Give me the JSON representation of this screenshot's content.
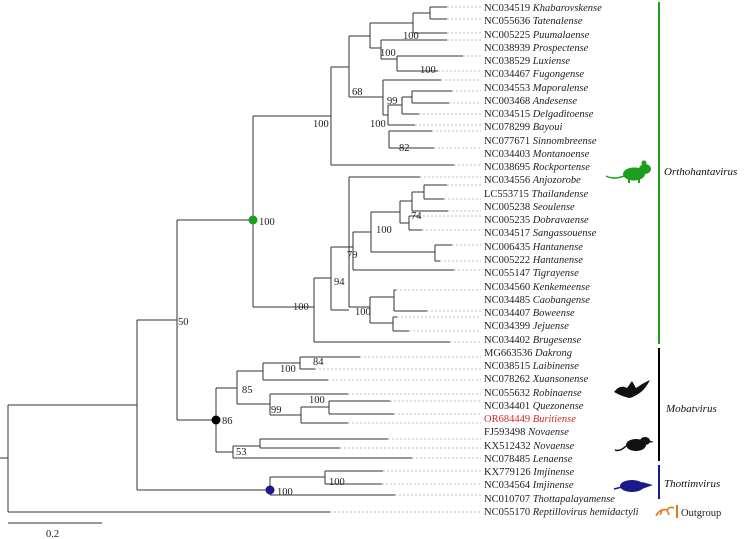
{
  "tips": [
    {
      "acc": "NC034519",
      "name": "Khabarovskense",
      "color": "#222222"
    },
    {
      "acc": "NC055636",
      "name": "Tatenalense",
      "color": "#222222"
    },
    {
      "acc": "NC005225",
      "name": "Puumalaense",
      "color": "#222222"
    },
    {
      "acc": "NC038939",
      "name": "Prospectense",
      "color": "#222222"
    },
    {
      "acc": "NC038529",
      "name": "Luxiense",
      "color": "#222222"
    },
    {
      "acc": "NC034467",
      "name": "Fugongense",
      "color": "#222222"
    },
    {
      "acc": "NC034553",
      "name": "Maporalense",
      "color": "#222222"
    },
    {
      "acc": "NC003468",
      "name": "Andesense",
      "color": "#222222"
    },
    {
      "acc": "NC034515",
      "name": "Delgaditoense",
      "color": "#222222"
    },
    {
      "acc": "NC078299",
      "name": "Bayoui",
      "color": "#222222"
    },
    {
      "acc": "NC077671",
      "name": "Sinnombreense",
      "color": "#222222"
    },
    {
      "acc": "NC034403",
      "name": "Montanoense",
      "color": "#222222"
    },
    {
      "acc": "NC038695",
      "name": "Rockportense",
      "color": "#222222"
    },
    {
      "acc": "NC034556",
      "name": "Anjozorobe",
      "color": "#222222"
    },
    {
      "acc": "LC553715",
      "name": "Thailandense",
      "color": "#222222"
    },
    {
      "acc": "NC005238",
      "name": "Seoulense",
      "color": "#222222"
    },
    {
      "acc": "NC005235",
      "name": "Dobravaense",
      "color": "#222222"
    },
    {
      "acc": "NC034517",
      "name": "Sangassouense",
      "color": "#222222"
    },
    {
      "acc": "NC006435",
      "name": "Hantanense",
      "color": "#222222"
    },
    {
      "acc": "NC005222",
      "name": "Hantanense",
      "color": "#222222"
    },
    {
      "acc": "NC055147",
      "name": "Tigrayense",
      "color": "#222222"
    },
    {
      "acc": "NC034560",
      "name": "Kenkemeense",
      "color": "#222222"
    },
    {
      "acc": "NC034485",
      "name": "Caobangense",
      "color": "#222222"
    },
    {
      "acc": "NC034407",
      "name": "Boweense",
      "color": "#222222"
    },
    {
      "acc": "NC034399",
      "name": "Jejuense",
      "color": "#222222"
    },
    {
      "acc": "NC034402",
      "name": "Brugesense",
      "color": "#222222"
    },
    {
      "acc": "MG663536",
      "name": "Dakrong",
      "color": "#222222"
    },
    {
      "acc": "NC038515",
      "name": "Laibinense",
      "color": "#222222"
    },
    {
      "acc": "NC078262",
      "name": "Xuansonense",
      "color": "#222222"
    },
    {
      "acc": "NC055632",
      "name": "Robinaense",
      "color": "#222222"
    },
    {
      "acc": "NC034401",
      "name": "Quezonense",
      "color": "#222222"
    },
    {
      "acc": "OR684449",
      "name": "Buritiense",
      "color": "#d62728"
    },
    {
      "acc": "FJ593498",
      "name": "Novaense",
      "color": "#222222"
    },
    {
      "acc": "KX512432",
      "name": "Novaense",
      "color": "#222222"
    },
    {
      "acc": "NC078485",
      "name": "Lenaense",
      "color": "#222222"
    },
    {
      "acc": "KX779126",
      "name": "Imjinense",
      "color": "#222222"
    },
    {
      "acc": "NC034564",
      "name": "Imjinense",
      "color": "#222222"
    },
    {
      "acc": "NC010707",
      "name": "Thottapalayamense",
      "color": "#222222"
    },
    {
      "acc": "NC055170",
      "name": "Reptillovirus hemidactyli",
      "color": "#222222"
    }
  ],
  "support": [
    "100",
    "100",
    "100",
    "99",
    "100",
    "68",
    "82",
    "74",
    "100",
    "79",
    "94",
    "100",
    "100",
    "100",
    "50",
    "84",
    "100",
    "85",
    "100",
    "99",
    "86",
    "53",
    "100",
    "100"
  ],
  "clades": [
    {
      "name": "Orthohantavirus",
      "color": "#1e9e1e",
      "icon": "rodent-icon"
    },
    {
      "name": "Mobatvirus",
      "color": "#000000",
      "icon": "bat-icon, shrew-icon"
    },
    {
      "name": "Thottimvirus",
      "color": "#1a1a8c",
      "icon": "mole-icon"
    },
    {
      "name": "Outgroup",
      "color": "#e07b1f",
      "icon": "gecko-icon"
    }
  ],
  "scale_bar": {
    "label": "0.2"
  },
  "node_marker_colors": {
    "orthohantavirus": "#1e9e1e",
    "mobatvirus": "#000000",
    "thottimvirus": "#1a1a8c"
  }
}
